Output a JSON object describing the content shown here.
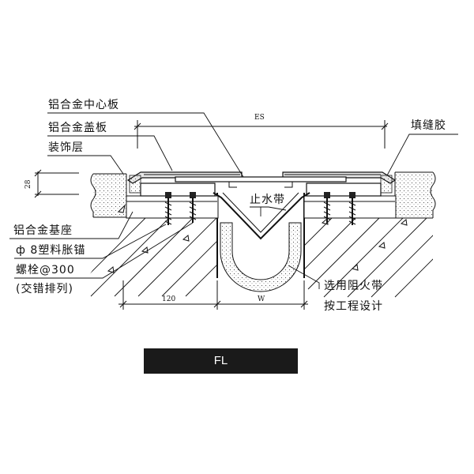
{
  "labels": {
    "center_plate": "铝合金中心板",
    "cover_plate": "铝合金盖板",
    "decor_layer": "装饰层",
    "base_seat": "铝合金基座",
    "anchor": "ф 8塑料胀锚",
    "bolt": "螺栓@300",
    "stagger": "(交错排列)",
    "waterstop": "止水带",
    "fire_belt": "选用阻火带",
    "by_design": "按工程设计",
    "sealant": "填缝胶"
  },
  "dimensions": {
    "es": "ES",
    "thickness": "28",
    "base_width": "120",
    "gap_width": "W"
  },
  "badge": {
    "text": "FL"
  },
  "colors": {
    "line": "#111111",
    "badge_bg": "#1a1a1a",
    "badge_text": "#ffffff",
    "infill": "#dddddd"
  }
}
